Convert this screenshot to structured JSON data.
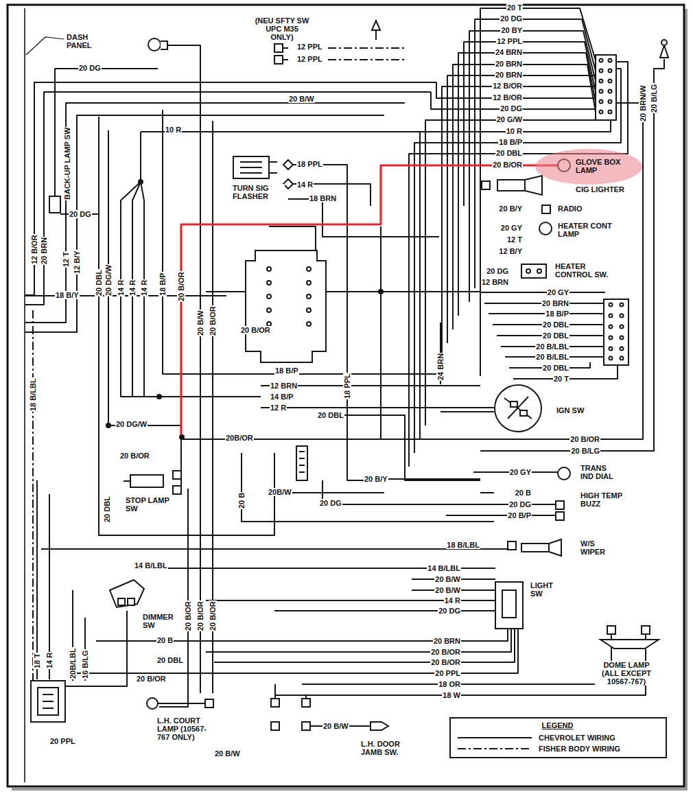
{
  "diagram": {
    "nodes": [
      {
        "text": [
          "GLOVE BOX LAMP"
        ]
      },
      {
        "text": [
          "LEGEND"
        ]
      }
    ],
    "labels": [
      "DASH PANEL",
      "(NEU SFTY SW UPC M35 ONLY)",
      "12 PPL",
      "12 PPL",
      "20 T",
      "20 DG",
      "20 BY",
      "12 PPL",
      "24 BRN",
      "20 BRN",
      "20 BRN",
      "12 B/OR",
      "12 B/OR",
      "20 DG",
      "20 G/W",
      "10 R",
      "18 B/P",
      "20 DBL",
      "20 B/OR",
      "20 BRN/W",
      "20 B/LG",
      "20 B/W",
      "20 DG",
      "10 R",
      "BACK-UP LAMP SW",
      "18 PPL",
      "TURN SIG FLASHER",
      "14 R",
      "18 BRN",
      "CIG LIGHTER",
      "20 B/Y",
      "RADIO",
      "20 GY",
      "HEATER CONT LAMP",
      "12 T",
      "12 B/Y",
      "20 DG",
      "12 BRN",
      "HEATER CONTROL SW.",
      "20 DG",
      "12 B/OR",
      "20 BRN",
      "12 T",
      "12 B/Y",
      "18 B/Y",
      "20 DBL",
      "20 DG/W",
      "14 R",
      "14 R",
      "14 R",
      "18 B/P",
      "20 B/OR",
      "20 B/W",
      "20 B/OR",
      "20 B/OR",
      "20 GY",
      "20 BRN",
      "18 B/P",
      "20 DBL",
      "20 DBL",
      "20 B/LBL",
      "20 B/LBL",
      "20 DBL",
      "20 T",
      "18 B/LBL",
      "18 B/P",
      "12 BRN",
      "14 B/P",
      "12 R",
      "18 PPL",
      "24 BRN",
      "IGN SW",
      "20 DBL",
      "20 DG/W",
      "20B/OR",
      "20 B/OR",
      "20 B/LG",
      "20 B/OR",
      "TRANS IND DIAL",
      "20 GY",
      "20 B/Y",
      "20B/W",
      "20 B",
      "HIGH TEMP BUZZ",
      "STOP LAMP SW",
      "20 DG",
      "20 DG",
      "20 B",
      "20 B/P",
      "20 DBL",
      "18 B/LBL",
      "W/S WIPER",
      "14 B/LBL",
      "14 B/LBL",
      "20 B/W",
      "20 B/W",
      "14 R",
      "20 DG",
      "LIGHT SW",
      "DIMMER SW",
      "20 B/OR",
      "20 B/OR",
      "20 B/OR",
      "20 B",
      "20 BRN",
      "20 B/OR",
      "20 DBL",
      "20 B/OR",
      "DOME LAMP (ALL EXCEPT 10567-767)",
      "18 T",
      "14 R",
      "20 PPL",
      "20B/LBL",
      "16 B/LG",
      "20 B/OR",
      "18 OR",
      "18 W",
      "L.H. COURT LAMP (10567-767 ONLY)",
      "20 B/W",
      "20 PPL",
      "L.H. DOOR JAMB SW.",
      "20 B/W"
    ],
    "legend": [
      {
        "text": "CHEVROLET WIRING"
      },
      {
        "text": "FISHER BODY WIRING"
      }
    ]
  }
}
